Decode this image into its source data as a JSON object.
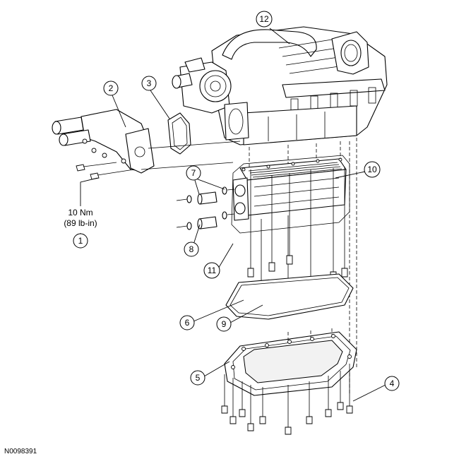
{
  "figure_id": "N0098391",
  "torque_note": {
    "line1": "10 Nm",
    "line2": "(89 lb-in)"
  },
  "callouts": [
    {
      "label": "1"
    },
    {
      "label": "2"
    },
    {
      "label": "3"
    },
    {
      "label": "4"
    },
    {
      "label": "5"
    },
    {
      "label": "6"
    },
    {
      "label": "7"
    },
    {
      "label": "8"
    },
    {
      "label": "9"
    },
    {
      "label": "10"
    },
    {
      "label": "11"
    },
    {
      "label": "12"
    }
  ]
}
